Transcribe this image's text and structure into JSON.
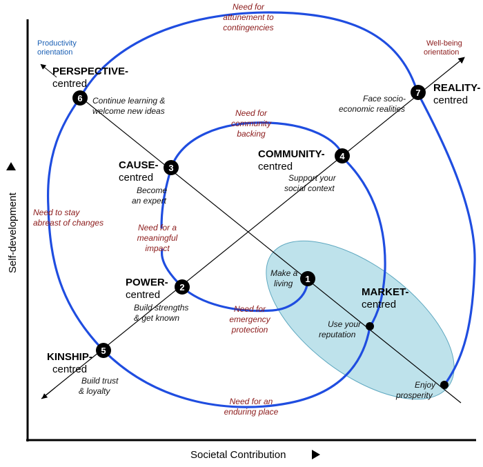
{
  "axes": {
    "x_label": "Societal Contribution",
    "y_label": "Self-development"
  },
  "orientations": {
    "productivity": [
      "Productivity",
      "orientation"
    ],
    "wellbeing": [
      "Well-being",
      "orientation"
    ]
  },
  "stages": [
    {
      "num": "1",
      "cap": "",
      "sub": ""
    },
    {
      "num": "2",
      "cap": "POWER-",
      "sub": "centred"
    },
    {
      "num": "3",
      "cap": "CAUSE-",
      "sub": "centred"
    },
    {
      "num": "4",
      "cap": "COMMUNITY-",
      "sub": "centred"
    },
    {
      "num": "5",
      "cap": "KINSHIP-",
      "sub": "centred"
    },
    {
      "num": "6",
      "cap": "PERSPECTIVE-",
      "sub": "centred"
    },
    {
      "num": "7",
      "cap": "REALITY-",
      "sub": "centred"
    }
  ],
  "market": {
    "cap": "MARKET-",
    "sub": "centred"
  },
  "needs": {
    "attunement": [
      "Need for",
      "attunement to",
      "contingencies"
    ],
    "community": [
      "Need for",
      "community",
      "backing"
    ],
    "abreast": [
      "Need to stay",
      "abreast of changes"
    ],
    "impact": [
      "Need for a",
      "meaningful",
      "impact"
    ],
    "emergency": [
      "Need for",
      "emergency",
      "protection"
    ],
    "enduring": [
      "Need for an",
      "enduring place"
    ]
  },
  "actions": {
    "continue": [
      "Continue learning &",
      "welcome new ideas"
    ],
    "face": [
      "Face socio-",
      "economic realities"
    ],
    "support": [
      "Support your",
      "social context"
    ],
    "expert": [
      "Become",
      "an expert"
    ],
    "living": [
      "Make a",
      "living"
    ],
    "strengths": [
      "Build strengths",
      "& get known"
    ],
    "reputation": [
      "Use your",
      "reputation"
    ],
    "trust": [
      "Build trust",
      "& loyalty"
    ],
    "prosperity": [
      "Enjoy",
      "prosperity"
    ]
  }
}
